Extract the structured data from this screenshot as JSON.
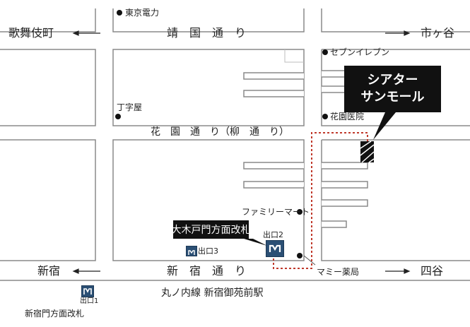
{
  "streets": {
    "yasukuni": "靖　国　通　り",
    "hanazono": "花　園　通　り（柳　通　り）",
    "shinjuku": "新　宿　通　り"
  },
  "directions": {
    "kabukicho": "歌舞伎町",
    "ichigaya": "市ヶ谷",
    "shinjuku": "新宿",
    "yotsuya": "四谷"
  },
  "landmarks": {
    "tepco": "東京電力",
    "seven_eleven": "セブンイレブン",
    "chojiya": "丁字屋",
    "hanazono_hospital": "花園医院",
    "familymart": "ファミリーマート",
    "mami_pharmacy": "マミー薬局"
  },
  "venue": {
    "name_line1": "シアター",
    "name_line2": "サンモール"
  },
  "station": {
    "line_name": "丸ノ内線 新宿御苑前駅",
    "gate_okido": "大木戸門方面改札",
    "gate_shinjukumon": "新宿門方面改札",
    "exit1": "出口1",
    "exit2": "出口2",
    "exit3": "出口3"
  },
  "colors": {
    "road_outline": "#8a8a8a",
    "route": "#c0392b",
    "callout_bg": "#111111",
    "metro_icon": "#2b4f74"
  },
  "icons": [
    "arrow-left-icon",
    "arrow-right-icon",
    "metro-icon",
    "location-dot-icon",
    "theater-marker-icon"
  ]
}
